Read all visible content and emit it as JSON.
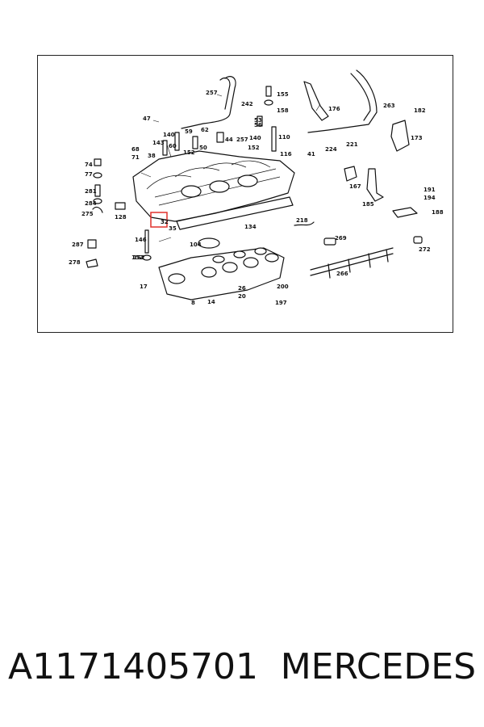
{
  "diagram": {
    "highlight_color": "#e0302b",
    "labels": [
      "257",
      "242",
      "155",
      "158",
      "176",
      "263",
      "182",
      "47",
      "140",
      "59",
      "62",
      "53",
      "56",
      "110",
      "173",
      "143",
      "60",
      "257",
      "140",
      "152",
      "68",
      "38",
      "152",
      "50",
      "44",
      "116",
      "41",
      "224",
      "221",
      "71",
      "74",
      "77",
      "281",
      "284",
      "128",
      "275",
      "32",
      "35",
      "146",
      "287",
      "278",
      "152",
      "17",
      "104",
      "134",
      "218",
      "269",
      "272",
      "167",
      "185",
      "191",
      "194",
      "188",
      "26",
      "20",
      "200",
      "197",
      "14",
      "8",
      "266",
      "152"
    ],
    "highlighted_part": "32"
  },
  "footer": {
    "part_number": "A1171405701",
    "brand": "MERCEDES"
  }
}
